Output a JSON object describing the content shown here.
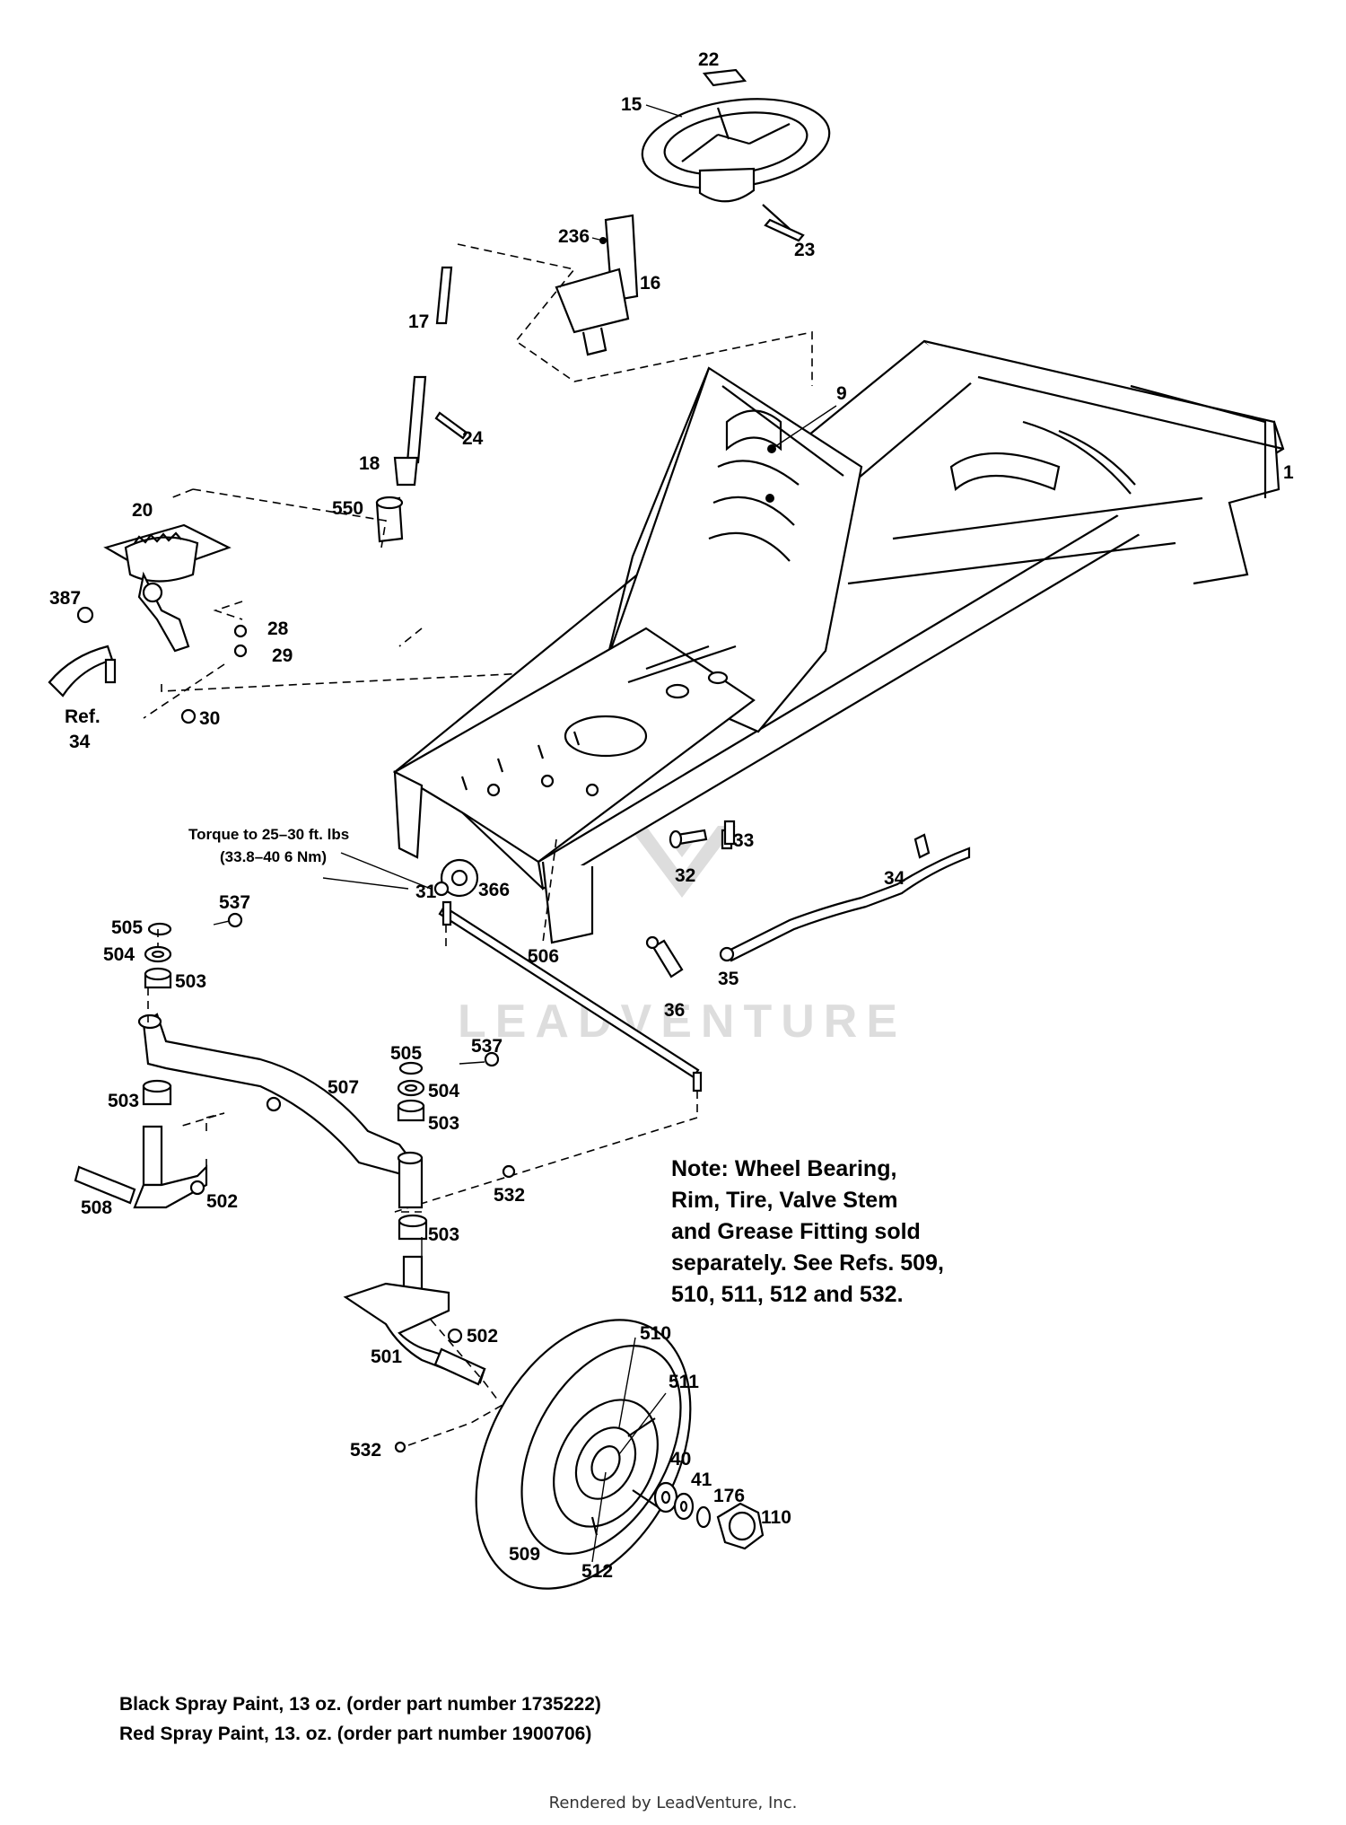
{
  "watermark": {
    "text": "LEADVENTURE"
  },
  "callouts": [
    {
      "id": "c22",
      "text": "22"
    },
    {
      "id": "c15",
      "text": "15"
    },
    {
      "id": "c23",
      "text": "23"
    },
    {
      "id": "c236",
      "text": "236"
    },
    {
      "id": "c16",
      "text": "16"
    },
    {
      "id": "c17",
      "text": "17"
    },
    {
      "id": "c9",
      "text": "9"
    },
    {
      "id": "c24",
      "text": "24"
    },
    {
      "id": "c1",
      "text": "1"
    },
    {
      "id": "c18",
      "text": "18"
    },
    {
      "id": "c550",
      "text": "550"
    },
    {
      "id": "c20",
      "text": "20"
    },
    {
      "id": "c387",
      "text": "387"
    },
    {
      "id": "c28",
      "text": "28"
    },
    {
      "id": "c29",
      "text": "29"
    },
    {
      "id": "cref",
      "text": "Ref."
    },
    {
      "id": "cref34",
      "text": "34"
    },
    {
      "id": "c30",
      "text": "30"
    },
    {
      "id": "c33",
      "text": "33"
    },
    {
      "id": "c32",
      "text": "32"
    },
    {
      "id": "c31",
      "text": "31"
    },
    {
      "id": "c366",
      "text": "366"
    },
    {
      "id": "c34",
      "text": "34"
    },
    {
      "id": "c35",
      "text": "35"
    },
    {
      "id": "c36",
      "text": "36"
    },
    {
      "id": "c506",
      "text": "506"
    },
    {
      "id": "c505a",
      "text": "505"
    },
    {
      "id": "c537a",
      "text": "537"
    },
    {
      "id": "c504a",
      "text": "504"
    },
    {
      "id": "c503a",
      "text": "503"
    },
    {
      "id": "c537b",
      "text": "537"
    },
    {
      "id": "c505b",
      "text": "505"
    },
    {
      "id": "c507",
      "text": "507"
    },
    {
      "id": "c504b",
      "text": "504"
    },
    {
      "id": "c503b",
      "text": "503"
    },
    {
      "id": "c503c",
      "text": "503"
    },
    {
      "id": "c532a",
      "text": "532"
    },
    {
      "id": "c508",
      "text": "508"
    },
    {
      "id": "c502a",
      "text": "502"
    },
    {
      "id": "c503d",
      "text": "503"
    },
    {
      "id": "c502b",
      "text": "502"
    },
    {
      "id": "c501",
      "text": "501"
    },
    {
      "id": "c510",
      "text": "510"
    },
    {
      "id": "c511",
      "text": "511"
    },
    {
      "id": "c532b",
      "text": "532"
    },
    {
      "id": "c40",
      "text": "40"
    },
    {
      "id": "c41",
      "text": "41"
    },
    {
      "id": "c176",
      "text": "176"
    },
    {
      "id": "c110",
      "text": "110"
    },
    {
      "id": "c509",
      "text": "509"
    },
    {
      "id": "c512",
      "text": "512"
    }
  ],
  "torque_note": {
    "line1": "Torque to 25–30 ft. lbs",
    "line2": "(33.8–40 6 Nm)"
  },
  "wheel_note": {
    "lines": [
      "Note:  Wheel Bearing,",
      "Rim, Tire, Valve Stem",
      "and Grease Fitting sold",
      "separately. See Refs. 509,",
      "510, 511, 512 and 532."
    ]
  },
  "paint_notes": [
    "Black Spray Paint, 13 oz. (order part number 1735222)",
    "Red Spray Paint, 13. oz. (order part number 1900706)"
  ],
  "footer": {
    "text": "Rendered by LeadVenture, Inc."
  }
}
